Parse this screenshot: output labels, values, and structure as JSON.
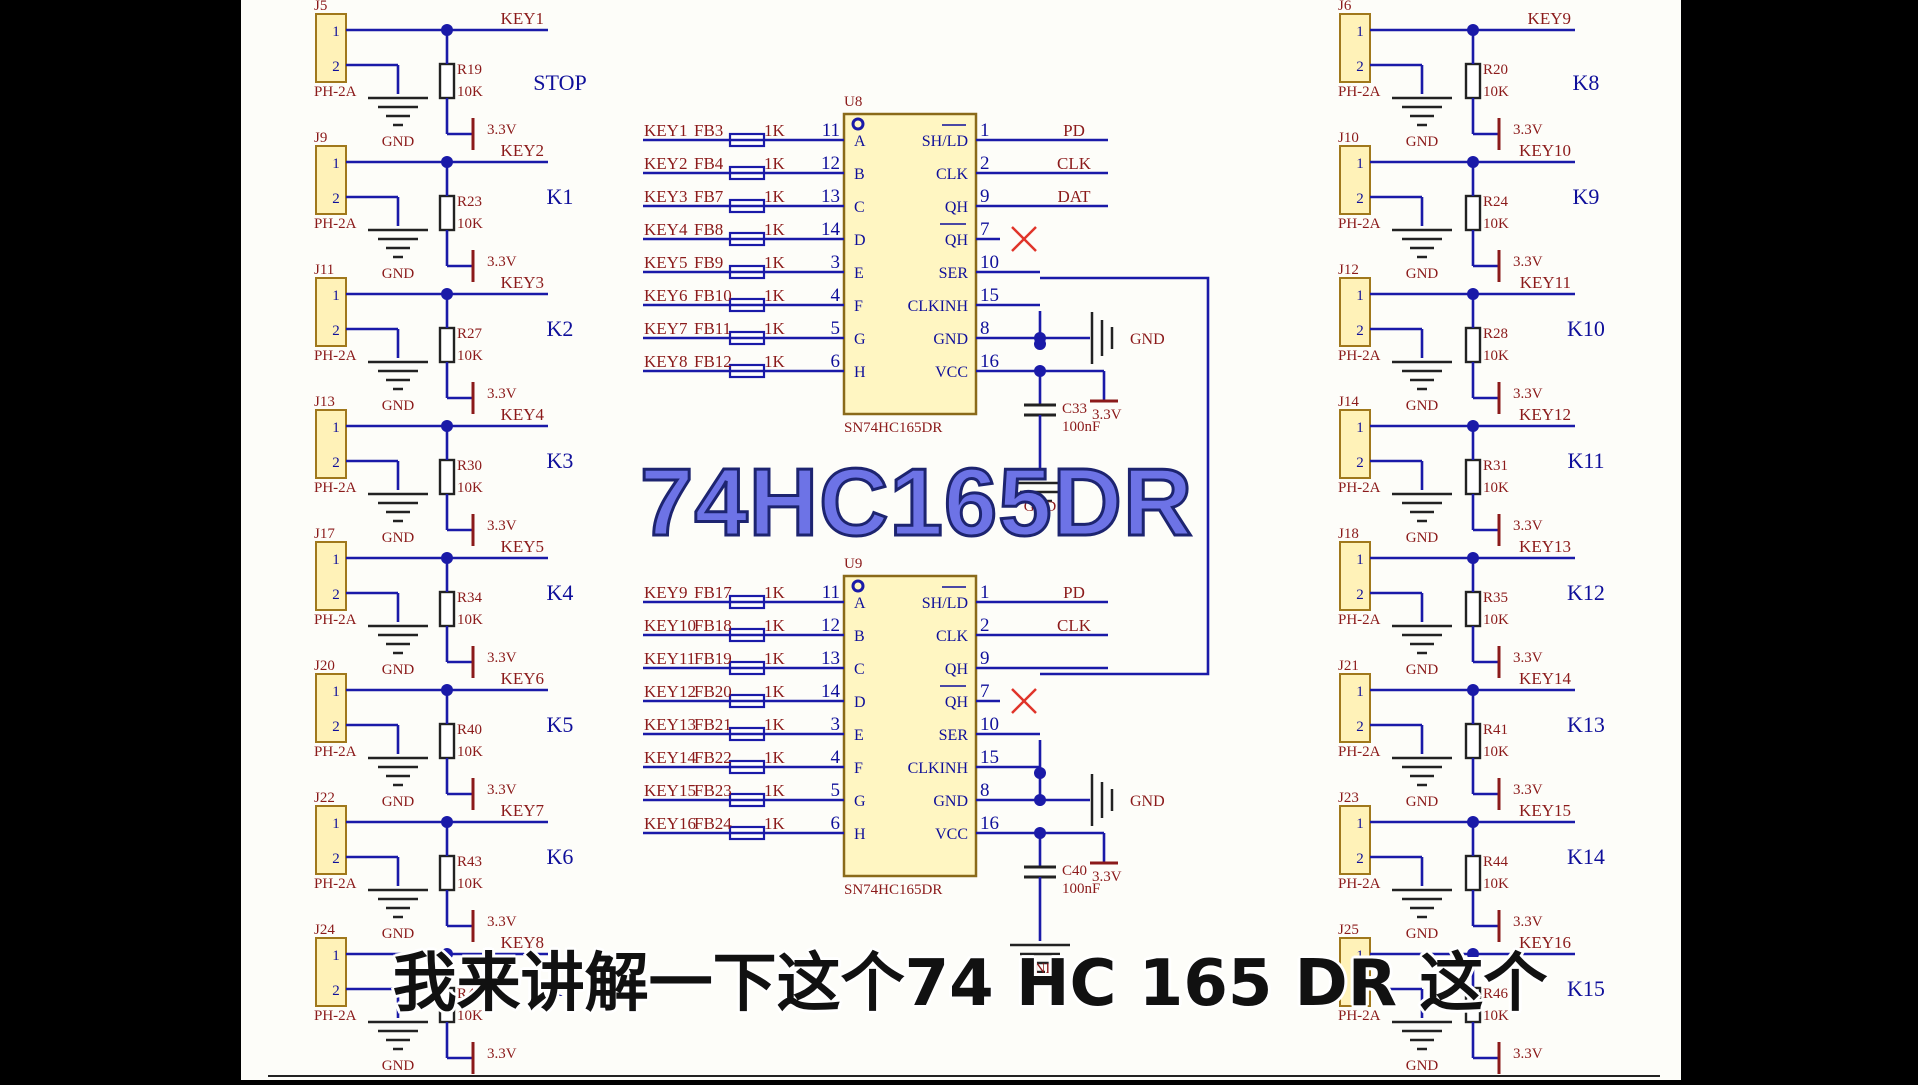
{
  "overlay_title": "74HC165DR",
  "subtitle": "我来讲解一下这个74 HC 165 DR 这个",
  "colors": {
    "background": "#fdfdf9",
    "wire": "#1a1aa8",
    "label": "#8b1a1a",
    "pin_text": "#0f0f9a",
    "chip_fill": "#fff6c2",
    "nc_mark": "#e0342a"
  },
  "left_connectors": [
    {
      "ref": "J5",
      "res": "R19",
      "key": "KEY1",
      "btn": "STOP"
    },
    {
      "ref": "J9",
      "res": "R23",
      "key": "KEY2",
      "btn": "K1"
    },
    {
      "ref": "J11",
      "res": "R27",
      "key": "KEY3",
      "btn": "K2"
    },
    {
      "ref": "J13",
      "res": "R30",
      "key": "KEY4",
      "btn": "K3"
    },
    {
      "ref": "J17",
      "res": "R34",
      "key": "KEY5",
      "btn": "K4"
    },
    {
      "ref": "J20",
      "res": "R40",
      "key": "KEY6",
      "btn": "K5"
    },
    {
      "ref": "J22",
      "res": "R43",
      "key": "KEY7",
      "btn": "K6"
    },
    {
      "ref": "J24",
      "res": "R45",
      "key": "KEY8",
      "btn": "K7"
    }
  ],
  "right_connectors": [
    {
      "ref": "J6",
      "res": "R20",
      "key": "KEY9",
      "btn": "K8"
    },
    {
      "ref": "J10",
      "res": "R24",
      "key": "KEY10",
      "btn": "K9"
    },
    {
      "ref": "J12",
      "res": "R28",
      "key": "KEY11",
      "btn": "K10"
    },
    {
      "ref": "J14",
      "res": "R31",
      "key": "KEY12",
      "btn": "K11"
    },
    {
      "ref": "J18",
      "res": "R35",
      "key": "KEY13",
      "btn": "K12"
    },
    {
      "ref": "J21",
      "res": "R41",
      "key": "KEY14",
      "btn": "K13"
    },
    {
      "ref": "J23",
      "res": "R44",
      "key": "KEY15",
      "btn": "K14"
    },
    {
      "ref": "J25",
      "res": "R46",
      "key": "KEY16",
      "btn": "K15"
    }
  ],
  "connector_common": {
    "pin1": "1",
    "pin2": "2",
    "type": "PH-2A",
    "res_value": "10K",
    "vcc": "3.3V",
    "gnd": "GND"
  },
  "chips": [
    {
      "ref": "U8",
      "part": "SN74HC165DR",
      "cap": "C33",
      "cap_value": "100nF",
      "cap_vcc": "3.3V",
      "cap_gnd": "GND",
      "gnd_label": "GND",
      "inputs": [
        {
          "key": "KEY1",
          "fb": "FB3",
          "r": "1K",
          "pin": "11",
          "name": "A"
        },
        {
          "key": "KEY2",
          "fb": "FB4",
          "r": "1K",
          "pin": "12",
          "name": "B"
        },
        {
          "key": "KEY3",
          "fb": "FB7",
          "r": "1K",
          "pin": "13",
          "name": "C"
        },
        {
          "key": "KEY4",
          "fb": "FB8",
          "r": "1K",
          "pin": "14",
          "name": "D"
        },
        {
          "key": "KEY5",
          "fb": "FB9",
          "r": "1K",
          "pin": "3",
          "name": "E"
        },
        {
          "key": "KEY6",
          "fb": "FB10",
          "r": "1K",
          "pin": "4",
          "name": "F"
        },
        {
          "key": "KEY7",
          "fb": "FB11",
          "r": "1K",
          "pin": "5",
          "name": "G"
        },
        {
          "key": "KEY8",
          "fb": "FB12",
          "r": "1K",
          "pin": "6",
          "name": "H"
        }
      ],
      "outputs": [
        {
          "name": "SH/LD",
          "pin": "1",
          "net": "PD"
        },
        {
          "name": "CLK",
          "pin": "2",
          "net": "CLK"
        },
        {
          "name": "QH",
          "pin": "9",
          "net": "DAT"
        },
        {
          "name": "QH",
          "pin": "7",
          "net": ""
        },
        {
          "name": "SER",
          "pin": "10",
          "net": ""
        },
        {
          "name": "CLKINH",
          "pin": "15",
          "net": ""
        },
        {
          "name": "GND",
          "pin": "8",
          "net": ""
        },
        {
          "name": "VCC",
          "pin": "16",
          "net": ""
        }
      ]
    },
    {
      "ref": "U9",
      "part": "SN74HC165DR",
      "cap": "C40",
      "cap_value": "100nF",
      "cap_vcc": "3.3V",
      "cap_gnd": "GND",
      "gnd_label": "GND",
      "inputs": [
        {
          "key": "KEY9",
          "fb": "FB17",
          "r": "1K",
          "pin": "11",
          "name": "A"
        },
        {
          "key": "KEY10",
          "fb": "FB18",
          "r": "1K",
          "pin": "12",
          "name": "B"
        },
        {
          "key": "KEY11",
          "fb": "FB19",
          "r": "1K",
          "pin": "13",
          "name": "C"
        },
        {
          "key": "KEY12",
          "fb": "FB20",
          "r": "1K",
          "pin": "14",
          "name": "D"
        },
        {
          "key": "KEY13",
          "fb": "FB21",
          "r": "1K",
          "pin": "3",
          "name": "E"
        },
        {
          "key": "KEY14",
          "fb": "FB22",
          "r": "1K",
          "pin": "4",
          "name": "F"
        },
        {
          "key": "KEY15",
          "fb": "FB23",
          "r": "1K",
          "pin": "5",
          "name": "G"
        },
        {
          "key": "KEY16",
          "fb": "FB24",
          "r": "1K",
          "pin": "6",
          "name": "H"
        }
      ],
      "outputs": [
        {
          "name": "SH/LD",
          "pin": "1",
          "net": "PD"
        },
        {
          "name": "CLK",
          "pin": "2",
          "net": "CLK"
        },
        {
          "name": "QH",
          "pin": "9",
          "net": ""
        },
        {
          "name": "QH",
          "pin": "7",
          "net": ""
        },
        {
          "name": "SER",
          "pin": "10",
          "net": ""
        },
        {
          "name": "CLKINH",
          "pin": "15",
          "net": ""
        },
        {
          "name": "GND",
          "pin": "8",
          "net": ""
        },
        {
          "name": "VCC",
          "pin": "16",
          "net": ""
        }
      ]
    }
  ]
}
